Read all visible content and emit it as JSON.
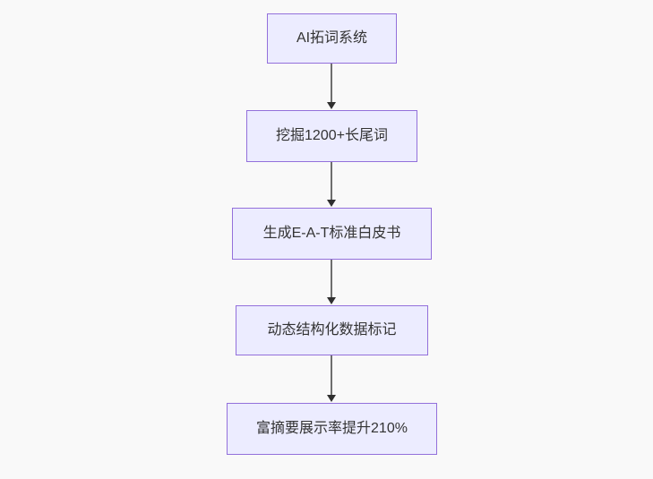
{
  "page": {
    "background_color": "#f9f9f9"
  },
  "flowchart": {
    "type": "flowchart",
    "direction": "top-down",
    "node_fill_color": "#ECECFF",
    "node_border_color": "#9370DB",
    "text_color": "#333333",
    "arrow_line_color": "#6e6e6e",
    "arrow_head_color": "#2f2f2f",
    "nodes": [
      {
        "id": "A",
        "label": "AI拓词系统"
      },
      {
        "id": "B",
        "label": "挖掘1200+长尾词"
      },
      {
        "id": "C",
        "label": "生成E-A-T标准白皮书"
      },
      {
        "id": "D",
        "label": "动态结构化数据标记"
      },
      {
        "id": "E",
        "label": "富摘要展示率提升210%"
      }
    ],
    "edges": [
      {
        "from": "A",
        "to": "B"
      },
      {
        "from": "B",
        "to": "C"
      },
      {
        "from": "C",
        "to": "D"
      },
      {
        "from": "D",
        "to": "E"
      }
    ]
  }
}
